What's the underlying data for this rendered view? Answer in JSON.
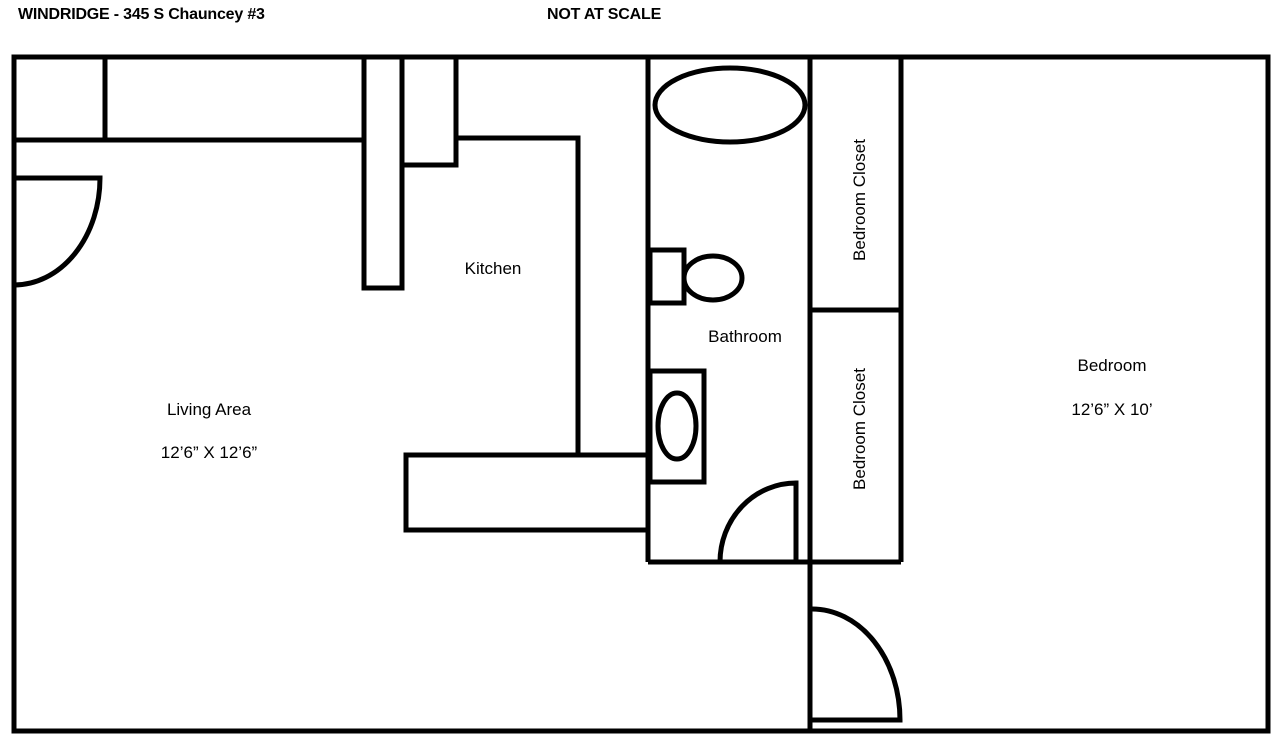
{
  "header": {
    "title": "WINDRIDGE - 345 S Chauncey #3",
    "scale_note": "NOT AT SCALE"
  },
  "rooms": {
    "living": {
      "name": "Living Area",
      "dimensions": "12’6” X 12’6”"
    },
    "kitchen": {
      "name": "Kitchen"
    },
    "bathroom": {
      "name": "Bathroom"
    },
    "closet_upper": {
      "name": "Bedroom Closet"
    },
    "closet_lower": {
      "name": "Bedroom Closet"
    },
    "bedroom": {
      "name": "Bedroom",
      "dimensions": "12’6” X 10’"
    }
  },
  "fixtures": [
    "bathtub",
    "toilet",
    "sink",
    "bathroom-door",
    "entry-door",
    "bedroom-door",
    "kitchen-counter"
  ],
  "colors": {
    "line": "#000000",
    "background": "#ffffff"
  }
}
